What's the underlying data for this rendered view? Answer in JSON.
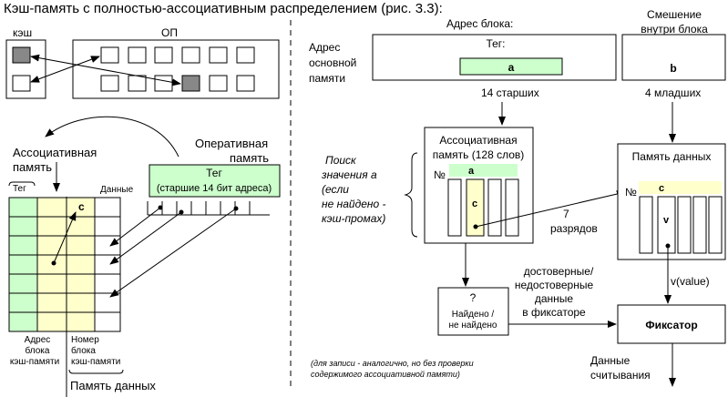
{
  "title": "Кэш-память с полностью-ассоциативным распределением (рис. 3.3):",
  "left": {
    "cache_label": "кэш",
    "ram_label": "ОП",
    "assoc_memory": [
      "Ассоциативная",
      "память"
    ],
    "ram_oper": [
      "Оперативная",
      "память"
    ],
    "tag_box": [
      "Тег",
      "(старшие 14 бит адреса)"
    ],
    "col_tag": "Тег",
    "col_data": "Данные",
    "cell_c": "c",
    "cache_addr": [
      "Адрес",
      "блока",
      "кэш-памяти"
    ],
    "block_num": [
      "Номер",
      "блока",
      "кэш-памяти"
    ],
    "data_memory": "Память данных"
  },
  "right": {
    "block_addr": "Адрес блока:",
    "offset": [
      "Смешение",
      "внутри блока"
    ],
    "main_addr": [
      "Адрес",
      "основной",
      "памяти"
    ],
    "tag_label": "Тег:",
    "a_label": "a",
    "b_label": "b",
    "high14": "14 старших",
    "low4": "4 младших",
    "assoc_title": [
      "Ассоциативная",
      "память (128 слов)"
    ],
    "no_label": "№",
    "assoc_a": "a",
    "assoc_c": "c",
    "search": [
      "Поиск",
      "значения а",
      "(если",
      "не найдено -",
      "кэш-промах)"
    ],
    "bits7": [
      "7",
      "разрядов"
    ],
    "data_mem_title": "Память данных",
    "dm_no": "№",
    "dm_c": "c",
    "dm_v": "v",
    "v_value": "v(value)",
    "q_mark": "?",
    "found": [
      "Найдено /",
      "не найдено"
    ],
    "valid": [
      "достоверные/",
      "недостоверные",
      "данные",
      "в фиксаторе"
    ],
    "latch": "Фиксатор",
    "note": [
      "(для записи - аналогично, но без проверки",
      "содержимого ассоциативной памяти)"
    ],
    "read_data": [
      "Данные",
      "считывания"
    ]
  },
  "colors": {
    "tag_green": "#ccffcc",
    "assoc_yellow": "#ffffcc",
    "cache_gray": "#888888"
  }
}
